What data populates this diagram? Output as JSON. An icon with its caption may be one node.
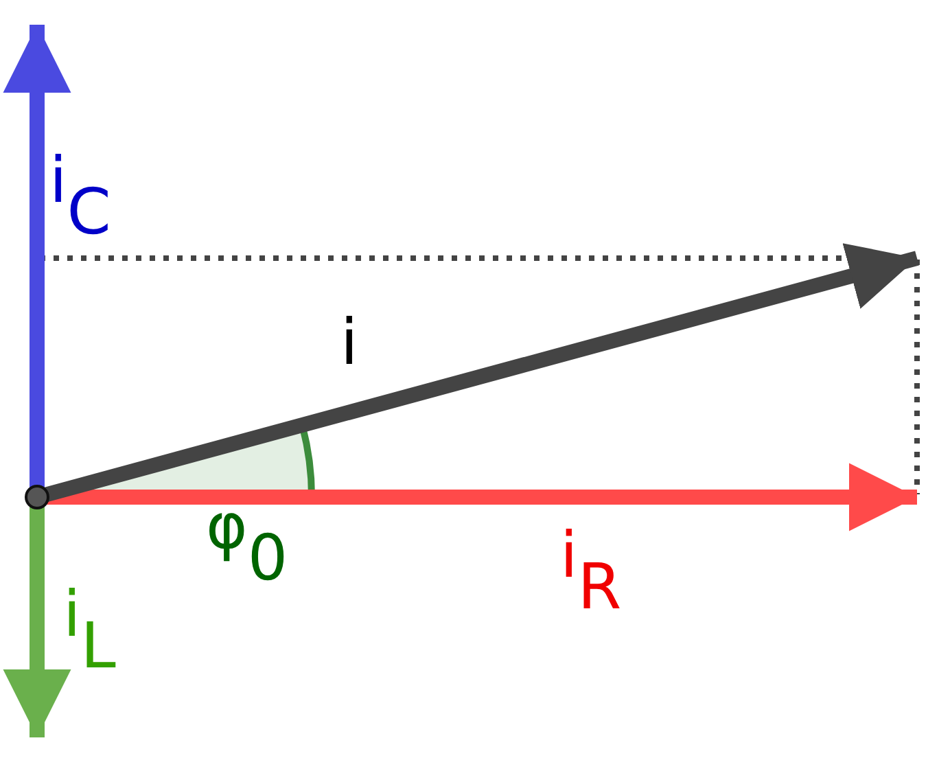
{
  "diagram": {
    "labels": [
      "i$_{C}$",
      "i",
      "φ$_{0}$",
      "i$_{R}$",
      "i$_{L}$"
    ]
  }
}
